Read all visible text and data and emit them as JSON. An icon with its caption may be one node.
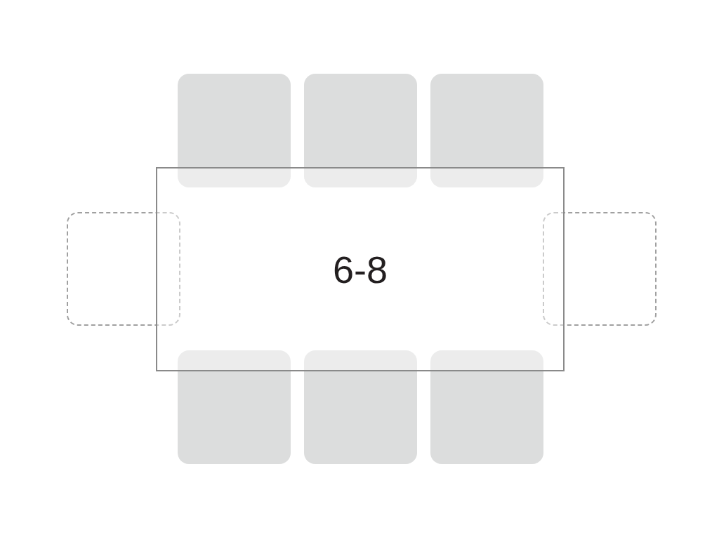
{
  "diagram": {
    "nodes": [
      {
        "text": [],
        "shape": "box"
      },
      {
        "text": [],
        "shape": "box"
      },
      {
        "text": [],
        "shape": "box"
      },
      {
        "text": [],
        "shape": "box"
      },
      {
        "text": [
          "6-8"
        ]
      },
      {
        "text": [],
        "shape": "box"
      },
      {
        "text": [],
        "shape": "box"
      },
      {
        "text": [],
        "shape": "box"
      },
      {
        "text": [],
        "shape": "box"
      }
    ]
  }
}
